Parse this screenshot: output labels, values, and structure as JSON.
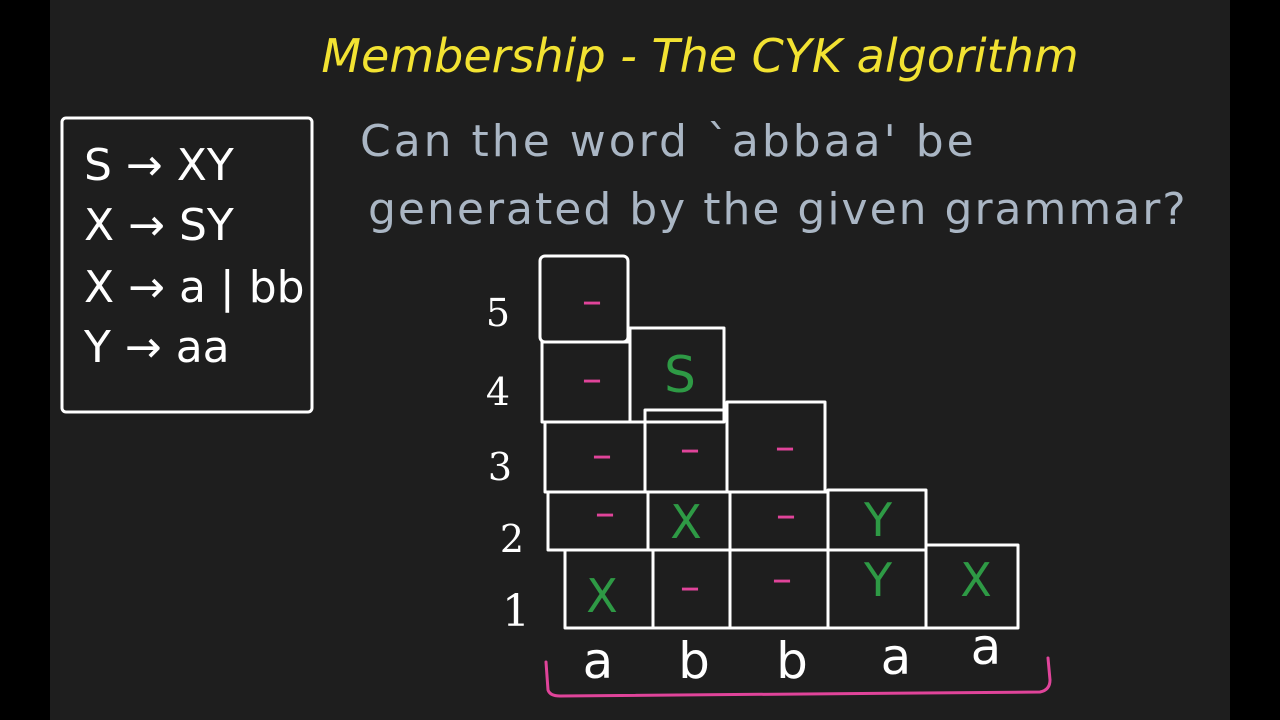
{
  "title": "Membership - The CYK algorithm",
  "question_line1": "Can the word `abbaa' be",
  "question_line2": "generated by the given grammar?",
  "grammar": [
    "S → XY",
    "X → SY",
    "X → a | bb",
    "Y → aa"
  ],
  "row_numbers": [
    "1",
    "2",
    "3",
    "4",
    "5"
  ],
  "word": [
    "a",
    "b",
    "b",
    "a",
    "a"
  ],
  "table": {
    "row1": [
      "X",
      "–",
      "–",
      "Y",
      "X"
    ],
    "row2": [
      "–",
      "X",
      "–",
      "Y"
    ],
    "row3": [
      "–",
      "–",
      "–"
    ],
    "row4": [
      "–",
      "S"
    ],
    "row5": [
      "–"
    ]
  },
  "colors": {
    "background": "#1e1e1e",
    "title": "#f2e232",
    "question": "#aab6c4",
    "chalk": "#ffffff",
    "nonterminal": "#2e9a45",
    "empty_mark": "#e0449a",
    "bracket": "#e0449a"
  }
}
